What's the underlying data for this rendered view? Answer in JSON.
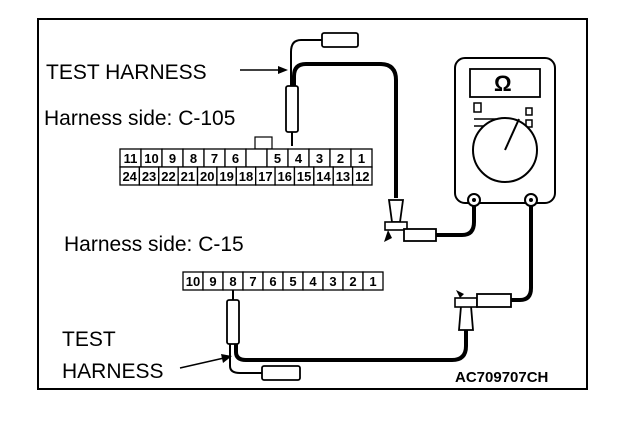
{
  "labels": {
    "test_harness_top": "TEST HARNESS",
    "harness_side_c105": "Harness side: C-105",
    "harness_side_c15": "Harness side: C-15",
    "test_harness_bottom_line1": "TEST",
    "test_harness_bottom_line2": "HARNESS",
    "figure_code": "AC709707CH"
  },
  "meter": {
    "symbol": "Ω",
    "icon": "ohmmeter-icon"
  },
  "connector_c105": {
    "top_row": [
      "11",
      "10",
      "9",
      "8",
      "7",
      "6",
      "",
      "5",
      "4",
      "3",
      "2",
      "1"
    ],
    "bottom_row": [
      "24",
      "23",
      "22",
      "21",
      "20",
      "19",
      "18",
      "17",
      "16",
      "15",
      "14",
      "13",
      "12"
    ]
  },
  "connector_c15": {
    "pins": [
      "10",
      "9",
      "8",
      "7",
      "6",
      "5",
      "4",
      "3",
      "2",
      "1"
    ]
  }
}
